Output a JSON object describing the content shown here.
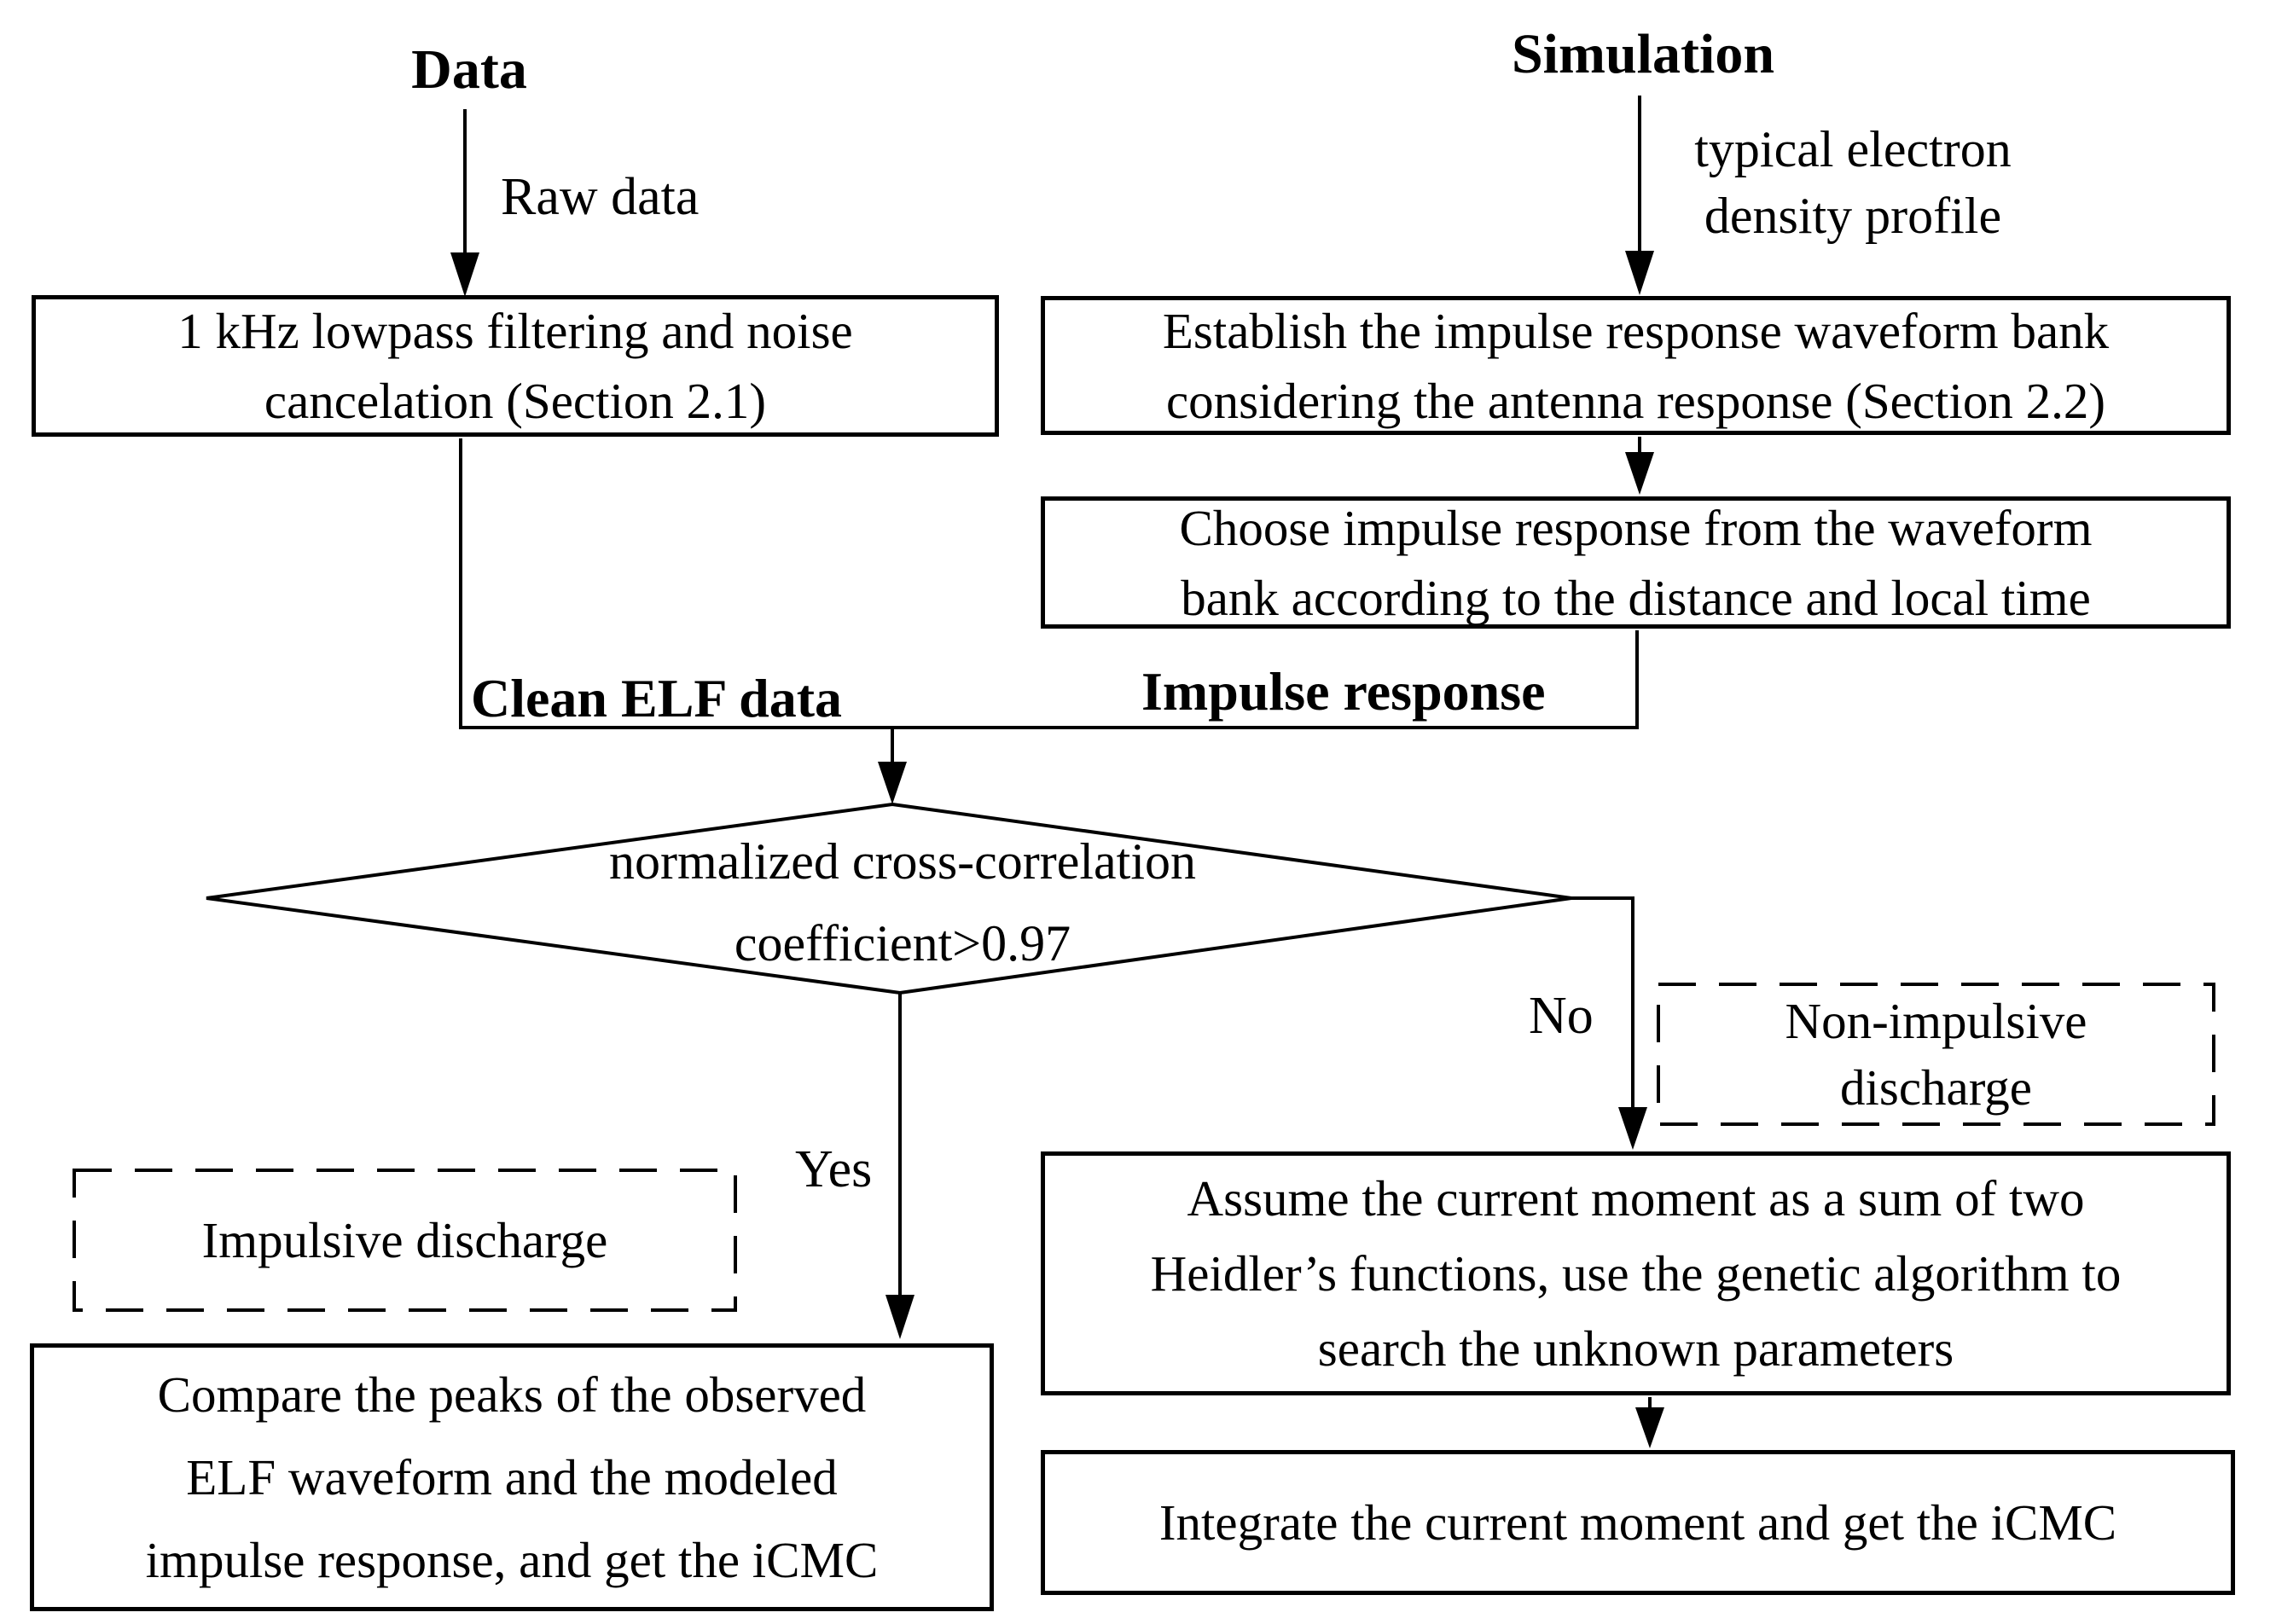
{
  "background": "#ffffff",
  "line_color": "#000000",
  "titles": {
    "data": "Data",
    "simulation": "Simulation"
  },
  "edge_labels": {
    "raw_data": "Raw data",
    "electron_profile": [
      "typical electron",
      "density profile"
    ],
    "clean_elf_data": "Clean ELF data",
    "impulse_response": "Impulse response",
    "yes": "Yes",
    "no": "No"
  },
  "nodes": {
    "lowpass": {
      "lines": [
        "1 kHz lowpass filtering and noise",
        "cancelation (Section 2.1)"
      ]
    },
    "establish": {
      "lines": [
        "Establish the impulse response waveform bank",
        "considering the antenna response (Section 2.2)"
      ]
    },
    "choose": {
      "lines": [
        "Choose impulse response from the waveform",
        "bank according to the distance and local time"
      ]
    },
    "decision": {
      "lines": [
        "normalized cross-correlation",
        "coefficient>0.97"
      ]
    },
    "impulsive": {
      "lines": [
        "Impulsive discharge"
      ]
    },
    "non_impulsive": {
      "lines": [
        "Non-impulsive",
        "discharge"
      ]
    },
    "compare": {
      "lines": [
        "Compare the peaks of the observed",
        "ELF waveform and the modeled",
        "impulse response, and get the iCMC"
      ]
    },
    "assume": {
      "lines": [
        "Assume the current moment as a sum of two",
        "Heidler’s functions, use the genetic algorithm to",
        "search the unknown parameters"
      ]
    },
    "integrate": {
      "lines": [
        "Integrate the current moment and get the iCMC"
      ]
    }
  }
}
